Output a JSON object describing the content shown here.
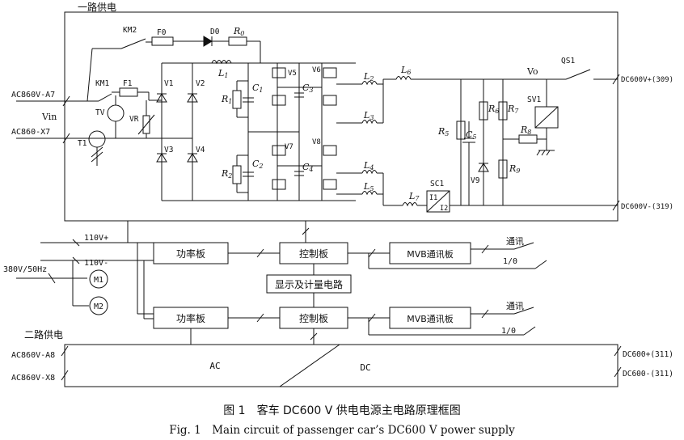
{
  "caption": {
    "zh": "图 1　客车 DC600 V 供电电源主电路原理框图",
    "en": "Fig. 1　Main circuit of passenger car’s DC600 V power supply"
  },
  "labels": {
    "feed1_title": "一路供电",
    "feed2_title": "二路供电",
    "ac860_a7": "AC860V-A7",
    "ac860_x7": "AC860-X7",
    "vin": "Vin",
    "km1": "KM1",
    "km2": "KM2",
    "f1": "F1",
    "f0": "F0",
    "d0": "D0",
    "r0": "R",
    "r0_sub": "0",
    "l1": "L",
    "l1_sub": "1",
    "tv": "TV",
    "vr": "VR",
    "t1": "T1",
    "v1": "V1",
    "v2": "V2",
    "v3": "V3",
    "v4": "V4",
    "v5": "V5",
    "v6": "V6",
    "v7": "V7",
    "v8": "V8",
    "v9": "V9",
    "r1": "R",
    "r1_sub": "1",
    "r2": "R",
    "r2_sub": "2",
    "c1": "C",
    "c1_sub": "1",
    "c2": "C",
    "c2_sub": "2",
    "c3": "C",
    "c3_sub": "3",
    "c4": "C",
    "c4_sub": "4",
    "c5": "C",
    "c5_sub": "5",
    "l2": "L",
    "l2_sub": "2",
    "l3": "L",
    "l3_sub": "3",
    "l4": "L",
    "l4_sub": "4",
    "l5": "L",
    "l5_sub": "5",
    "l6": "L",
    "l6_sub": "6",
    "l7": "L",
    "l7_sub": "7",
    "r5": "R",
    "r5_sub": "5",
    "r6": "R",
    "r6_sub": "6",
    "r7": "R",
    "r7_sub": "7",
    "r8": "R",
    "r8_sub": "8",
    "r9": "R",
    "r9_sub": "9",
    "vo": "Vo",
    "qs1": "QS1",
    "sv1": "SV1",
    "sc1": "SC1",
    "sc1_i1": "I1",
    "sc1_i2": "I2",
    "dc600p_309": "DC600V+(309)",
    "dc600m_319": "DC600V-(319)",
    "v110p": "110V+",
    "v110m": "110V-",
    "v380": "380V/50Hz",
    "m1": "M1",
    "m2": "M2",
    "power_board_1": "功率板",
    "control_board_1": "控制板",
    "mvb_board_1": "MVB通讯板",
    "comm_1": "通讯",
    "io_1": "1/0",
    "display_circuit": "显示及计量电路",
    "power_board_2": "功率板",
    "control_board_2": "控制板",
    "mvb_board_2": "MVB通讯板",
    "comm_2": "通讯",
    "io_2": "1/0",
    "ac860_a8": "AC860V-A8",
    "ac860_x8": "AC860V-X8",
    "ac": "AC",
    "dc": "DC",
    "dc600p_311": "DC600+(311)",
    "dc600m_311": "DC600-(311)"
  }
}
